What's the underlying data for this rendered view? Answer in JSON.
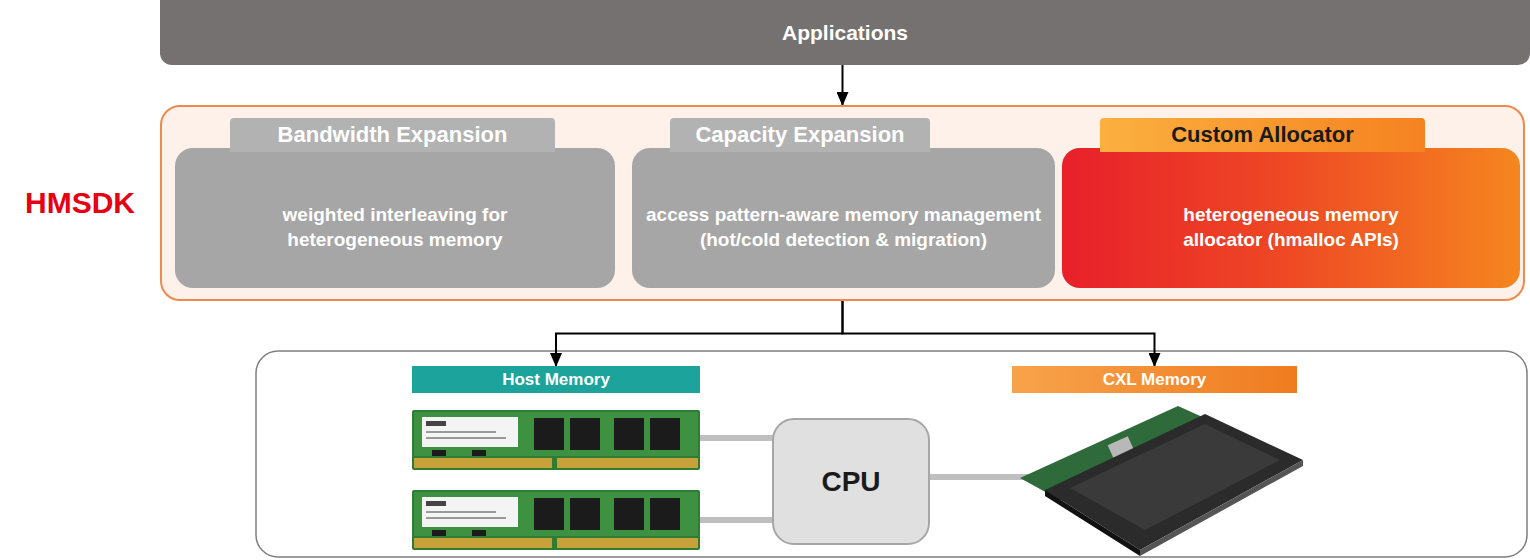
{
  "diagram": {
    "nodes": [
      {
        "text": [
          "Applications"
        ]
      },
      {
        "text": [
          "HMSDK"
        ]
      },
      {
        "text": [
          "Bandwidth Expansion",
          "weighted interleaving for heterogeneous memory"
        ],
        "in": 1
      },
      {
        "text": [
          "Capacity Expansion",
          "access pattern-aware memory management (hot/cold detection & migration)"
        ],
        "in": 1
      },
      {
        "text": [
          "Custom Allocator",
          "heterogeneous memory allocator (hmalloc APIs)"
        ],
        "in": 1
      },
      {
        "text": [
          "Host Memory"
        ]
      },
      {
        "text": [
          "CPU"
        ]
      },
      {
        "text": [
          "CXL Memory"
        ]
      }
    ],
    "edges": [
      {
        "from": 0,
        "to": 1,
        "arrow": "to"
      },
      {
        "from": 1,
        "to": 5,
        "arrow": "to"
      },
      {
        "from": 1,
        "to": 7,
        "arrow": "to"
      }
    ]
  }
}
